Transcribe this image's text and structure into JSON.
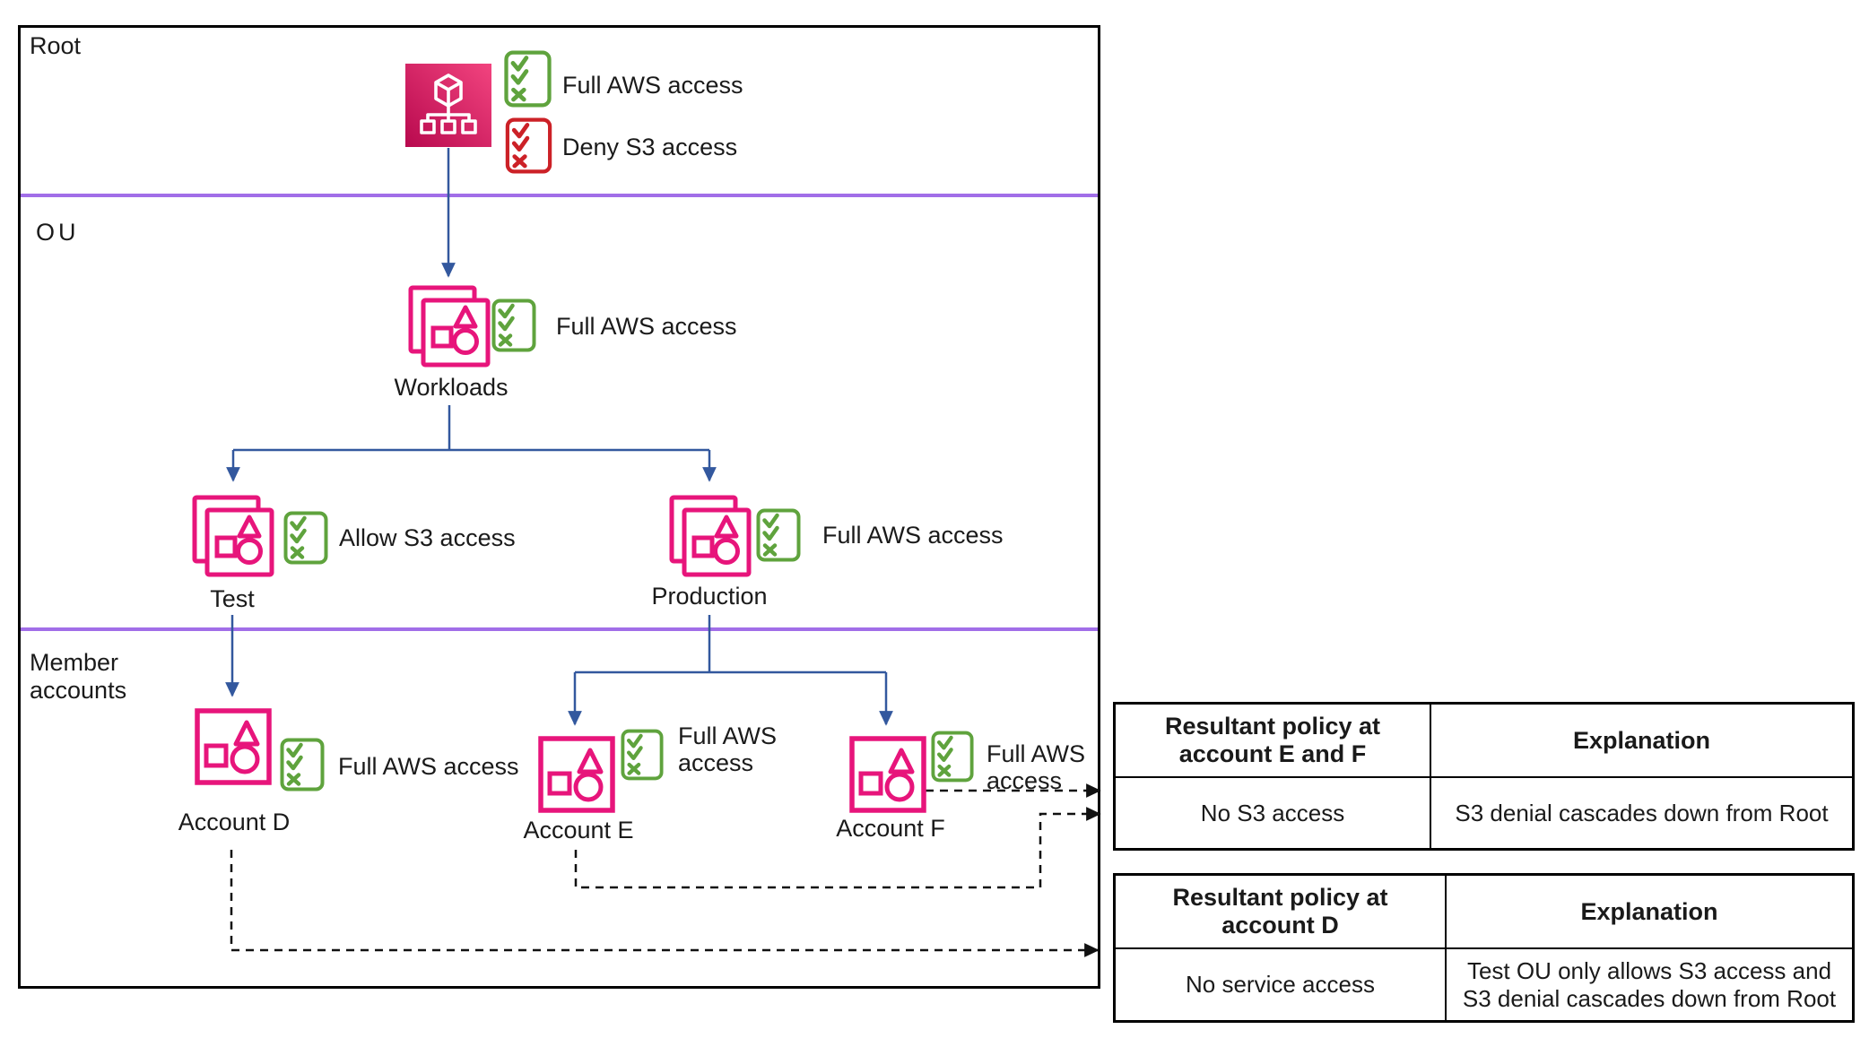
{
  "diagram": {
    "sections": {
      "root_label": "Root",
      "ou_label": "OU",
      "member_label": "Member accounts"
    },
    "root": {
      "allow_policy": "Full AWS access",
      "deny_policy": "Deny S3 access"
    },
    "ous": [
      {
        "label": "Workloads",
        "policy": "Full AWS access"
      },
      {
        "label": "Test",
        "policy": "Allow S3 access"
      },
      {
        "label": "Production",
        "policy": "Full AWS access"
      }
    ],
    "accounts": [
      {
        "label": "Account D",
        "policy": "Full AWS access"
      },
      {
        "label": "Account E",
        "policy": "Full AWS access"
      },
      {
        "label": "Account F",
        "policy": "Full AWS access"
      }
    ]
  },
  "tables": [
    {
      "headers": [
        "Resultant policy at account E and F",
        "Explanation"
      ],
      "rows": [
        [
          "No S3 access",
          "S3 denial cascades down from Root"
        ]
      ]
    },
    {
      "headers": [
        "Resultant policy at account D",
        "Explanation"
      ],
      "rows": [
        [
          "No service access",
          "Test OU only allows S3 access and S3 denial cascades down from Root"
        ]
      ]
    }
  ],
  "colors": {
    "icon_pink": "#E7157B",
    "org_gradient_light": "#F2447F",
    "org_gradient_dark": "#B8094E",
    "allow_green": "#5FA33D",
    "deny_red": "#CC2127",
    "connector_blue": "#33589E",
    "divider_purple": "#A16EE8"
  }
}
